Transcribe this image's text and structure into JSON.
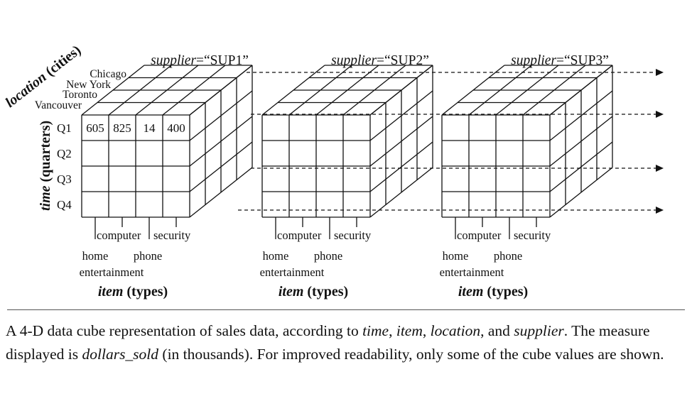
{
  "diagram": {
    "location_axis_label": {
      "italic": "location",
      "rest": " (cities)"
    },
    "time_axis_label": {
      "italic": "time",
      "rest": " (quarters)"
    },
    "item_axis_label": {
      "italic": "item",
      "rest": " (types)"
    },
    "cities": [
      "Chicago",
      "New York",
      "Toronto",
      "Vancouver"
    ],
    "quarters": [
      "Q1",
      "Q2",
      "Q3",
      "Q4"
    ],
    "items_top": [
      "computer",
      "security"
    ],
    "items_bottom": [
      "home",
      "phone"
    ],
    "items_bottom2": [
      "entertainment"
    ],
    "q1_values": [
      "605",
      "825",
      "14",
      "400"
    ],
    "cubes": [
      {
        "supplier_prefix": "supplier",
        "supplier_value": "=“SUP1”"
      },
      {
        "supplier_prefix": "supplier",
        "supplier_value": "=“SUP2”"
      },
      {
        "supplier_prefix": "supplier",
        "supplier_value": "=“SUP3”"
      }
    ]
  },
  "caption": {
    "parts": [
      {
        "text": "A 4-D data cube representation of sales data, according to ",
        "italic": false
      },
      {
        "text": "time",
        "italic": true
      },
      {
        "text": ", ",
        "italic": false
      },
      {
        "text": "item",
        "italic": true
      },
      {
        "text": ", ",
        "italic": false
      },
      {
        "text": "location",
        "italic": true
      },
      {
        "text": ", and ",
        "italic": false
      },
      {
        "text": "supplier",
        "italic": true
      },
      {
        "text": ". The measure displayed is ",
        "italic": false
      },
      {
        "text": "dollars_sold",
        "italic": true
      },
      {
        "text": " (in thousands). For improved readability, only some of the cube values are shown.",
        "italic": false
      }
    ]
  }
}
